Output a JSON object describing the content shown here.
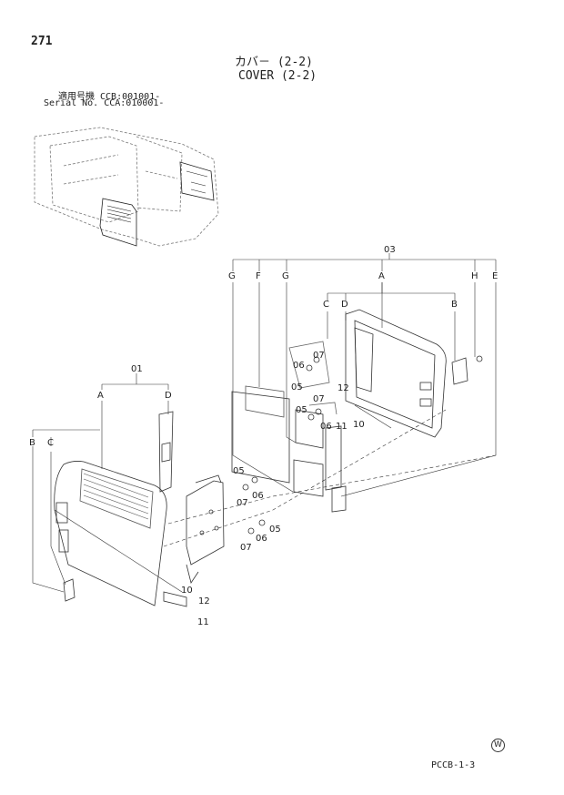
{
  "header": {
    "page_number": "271",
    "title_ja": "カバ－ (2-2)",
    "title_en": "COVER (2-2)",
    "serial_line_1": "適用号機 CCB:001001-",
    "serial_line_2": "Serial No. CCA:010001-"
  },
  "footer": {
    "page_code": "PCCB-1-3",
    "mark": "W"
  },
  "diagram": {
    "group_left": {
      "ref": "01",
      "letters": [
        "A",
        "D",
        "B",
        "C"
      ]
    },
    "group_right": {
      "ref": "03",
      "letters": [
        "G",
        "F",
        "G",
        "A",
        "H",
        "E",
        "C",
        "D",
        "B"
      ]
    },
    "callouts": [
      "07",
      "06",
      "05",
      "07",
      "05",
      "06",
      "12",
      "11",
      "10",
      "05",
      "07",
      "06",
      "05",
      "07",
      "06",
      "10",
      "12",
      "11"
    ]
  }
}
